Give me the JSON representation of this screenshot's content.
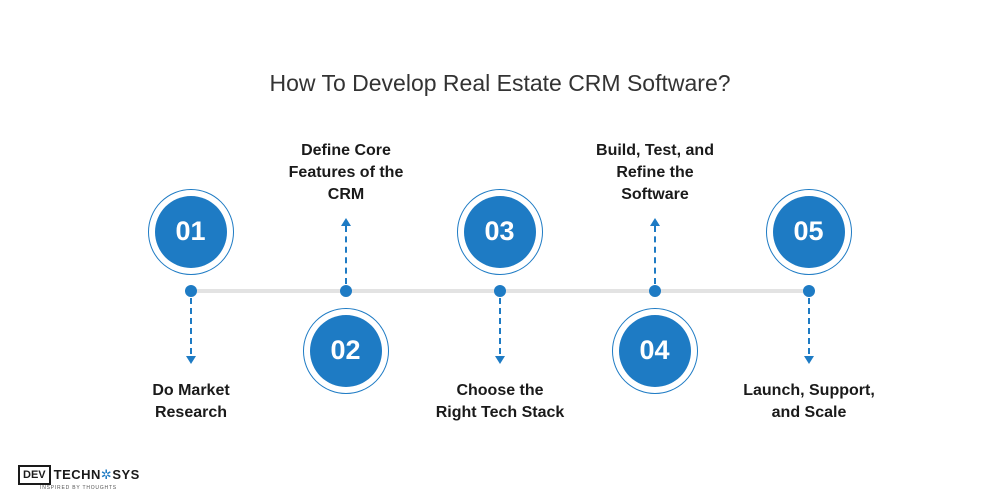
{
  "title": "How To Develop Real Estate CRM Software?",
  "colors": {
    "accent": "#1e7bc4",
    "line": "#e3e3e3",
    "text": "#1a1a1a"
  },
  "steps": [
    {
      "number": "01",
      "label_lines": [
        "Do Market",
        "Research"
      ],
      "position": "top",
      "label_side": "bottom"
    },
    {
      "number": "02",
      "label_lines": [
        "Define Core",
        "Features of the",
        "CRM"
      ],
      "position": "bottom",
      "label_side": "top"
    },
    {
      "number": "03",
      "label_lines": [
        "Choose the",
        "Right Tech Stack"
      ],
      "position": "top",
      "label_side": "bottom"
    },
    {
      "number": "04",
      "label_lines": [
        "Build, Test, and",
        "Refine the",
        "Software"
      ],
      "position": "bottom",
      "label_side": "top"
    },
    {
      "number": "05",
      "label_lines": [
        "Launch, Support,",
        "and Scale"
      ],
      "position": "top",
      "label_side": "bottom"
    }
  ],
  "logo": {
    "box_text": "DEV",
    "text_before": "TECHN",
    "gear_glyph": "✲",
    "text_after": "SYS",
    "tagline": "INSPIRED BY THOUGHTS"
  }
}
